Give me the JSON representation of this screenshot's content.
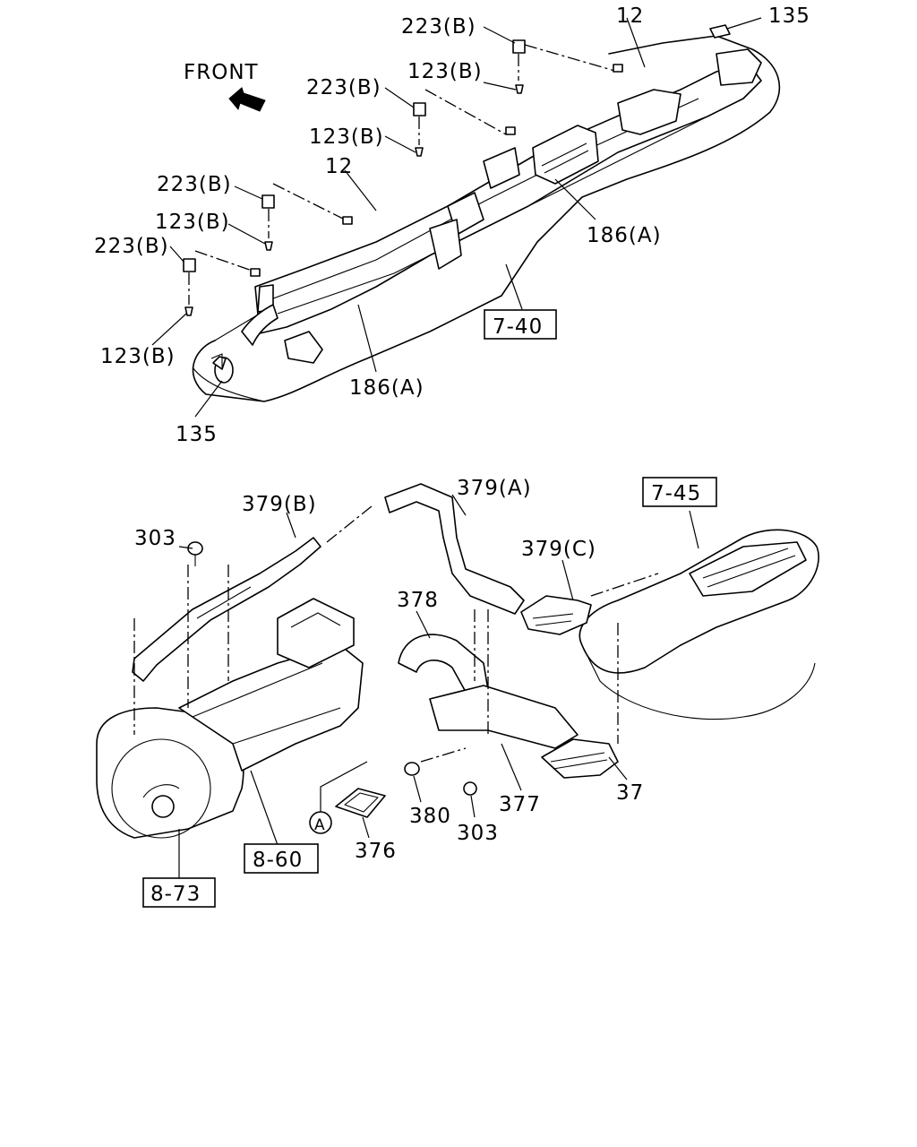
{
  "top_assembly": {
    "direction_label": "FRONT",
    "labels": {
      "l_223b_1": "223(B)",
      "l_12_top": "12",
      "l_135_top": "135",
      "l_123b_1": "123(B)",
      "l_223b_2": "223(B)",
      "l_123b_2": "123(B)",
      "l_12_mid": "12",
      "l_223b_3": "223(B)",
      "l_186a_right": "186(A)",
      "l_123b_3": "123(B)",
      "l_223b_4": "223(B)",
      "l_123b_4": "123(B)",
      "l_186a_bottom": "186(A)",
      "l_135_bottom": "135"
    },
    "ref_box": "7-40"
  },
  "bottom_assembly": {
    "labels": {
      "l_379b": "379(B)",
      "l_379a": "379(A)",
      "l_303_left": "303",
      "l_379c": "379(C)",
      "l_378": "378",
      "l_37": "37",
      "l_377": "377",
      "l_380": "380",
      "l_303_bottom": "303",
      "l_376": "376",
      "l_circle_a": "A"
    },
    "ref_boxes": {
      "r_745": "7-45",
      "r_860": "8-60",
      "r_873": "8-73"
    }
  }
}
